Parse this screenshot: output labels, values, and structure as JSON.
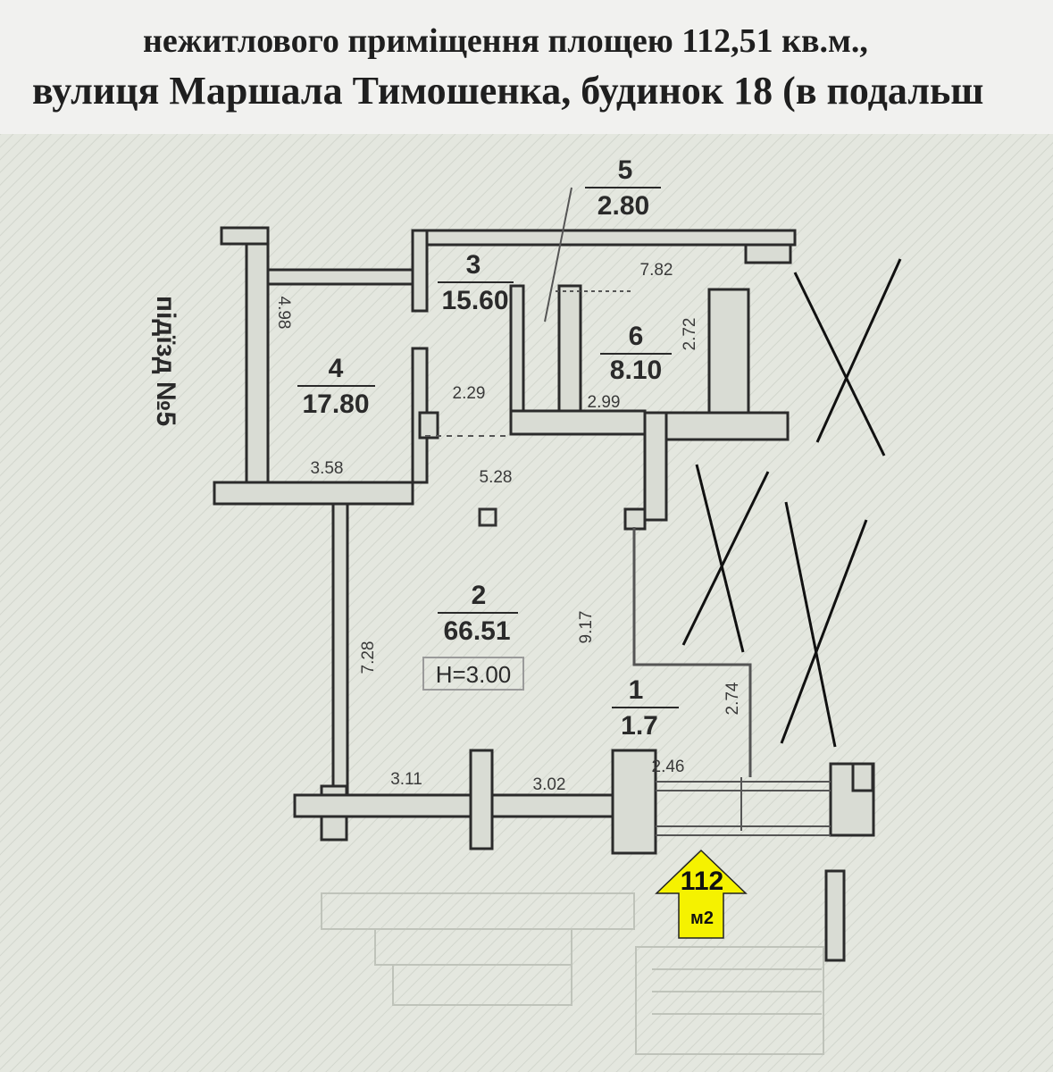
{
  "header": {
    "line1": "нежитлового приміщення площею 112,51 кв.м.,",
    "line2": "вулиця Маршала Тимошенка, будинок 18 (в подальш"
  },
  "plan": {
    "entrance_label": "підїзд №5",
    "rooms": [
      {
        "num": "1",
        "area": "1.7"
      },
      {
        "num": "2",
        "area": "66.51"
      },
      {
        "num": "3",
        "area": "15.60"
      },
      {
        "num": "4",
        "area": "17.80"
      },
      {
        "num": "5",
        "area": "2.80"
      },
      {
        "num": "6",
        "area": "8.10"
      }
    ],
    "height_label": "H=3.00",
    "dimensions": [
      "7.82",
      "4.98",
      "2.72",
      "2.29",
      "2.99",
      "3.58",
      "5.28",
      "9.17",
      "7.28",
      "2.74",
      "2.46",
      "3.11",
      "3.02"
    ],
    "marker": {
      "value": "112",
      "unit": "м2",
      "color": "#f5f200"
    }
  },
  "colors": {
    "wall": "#2b2b2b",
    "wall_fill": "#d9dcd4",
    "background": "#e4e7df",
    "cross": "#111111"
  }
}
